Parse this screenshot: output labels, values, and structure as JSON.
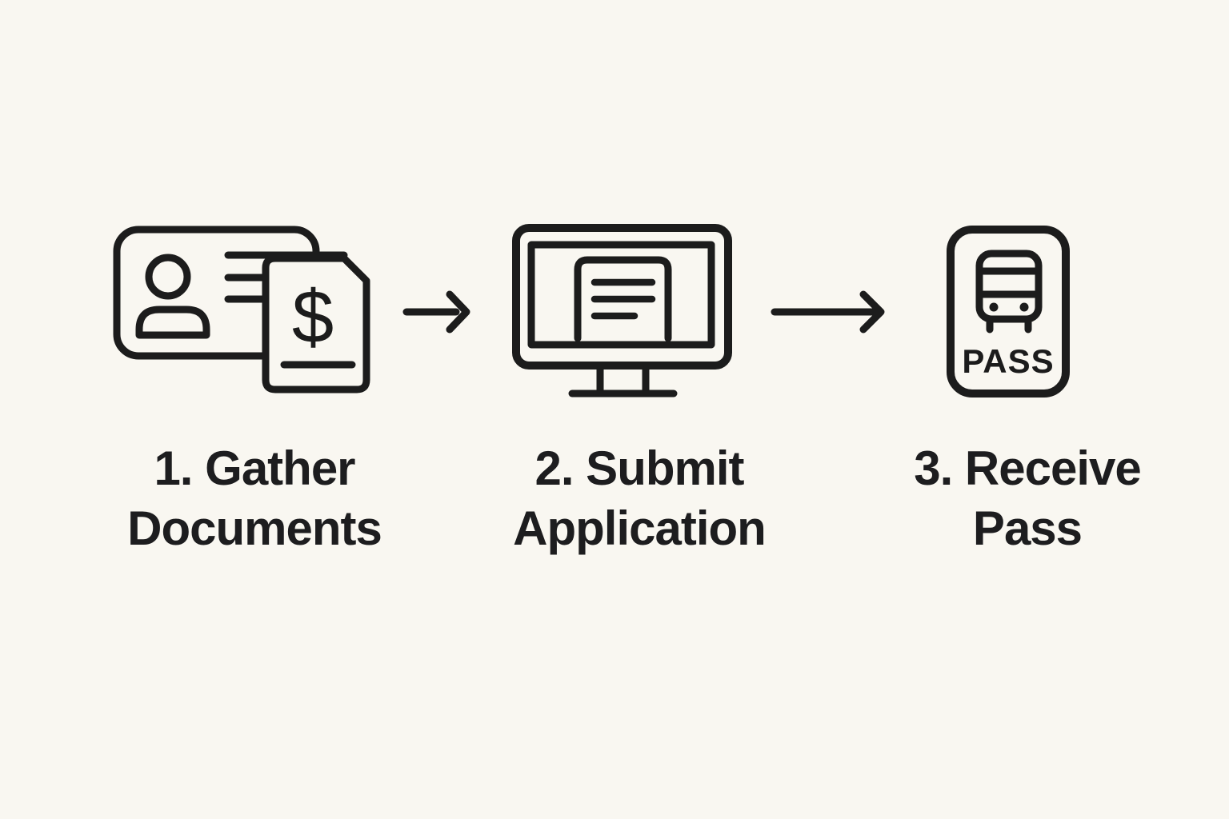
{
  "canvas": {
    "background": "#f9f7f1",
    "ink": "#1c1c1c",
    "text_color": "#1d1d1f"
  },
  "diagram": {
    "type": "process-flow",
    "step_count": 3,
    "steps": [
      {
        "icon": "id-card-and-dollar-document",
        "label_line1": "1. Gather",
        "label_line2": "Documents"
      },
      {
        "icon": "monitor-with-application-form",
        "label_line1": "2. Submit",
        "label_line2": "Application"
      },
      {
        "icon": "transit-pass-card",
        "label_line1": "3. Receive",
        "label_line2": "Pass"
      }
    ],
    "connectors": [
      {
        "name": "arrow-1",
        "direction": "right"
      },
      {
        "name": "arrow-2",
        "direction": "right"
      }
    ]
  },
  "icon_text": {
    "dollar": "$",
    "pass": "PASS"
  }
}
